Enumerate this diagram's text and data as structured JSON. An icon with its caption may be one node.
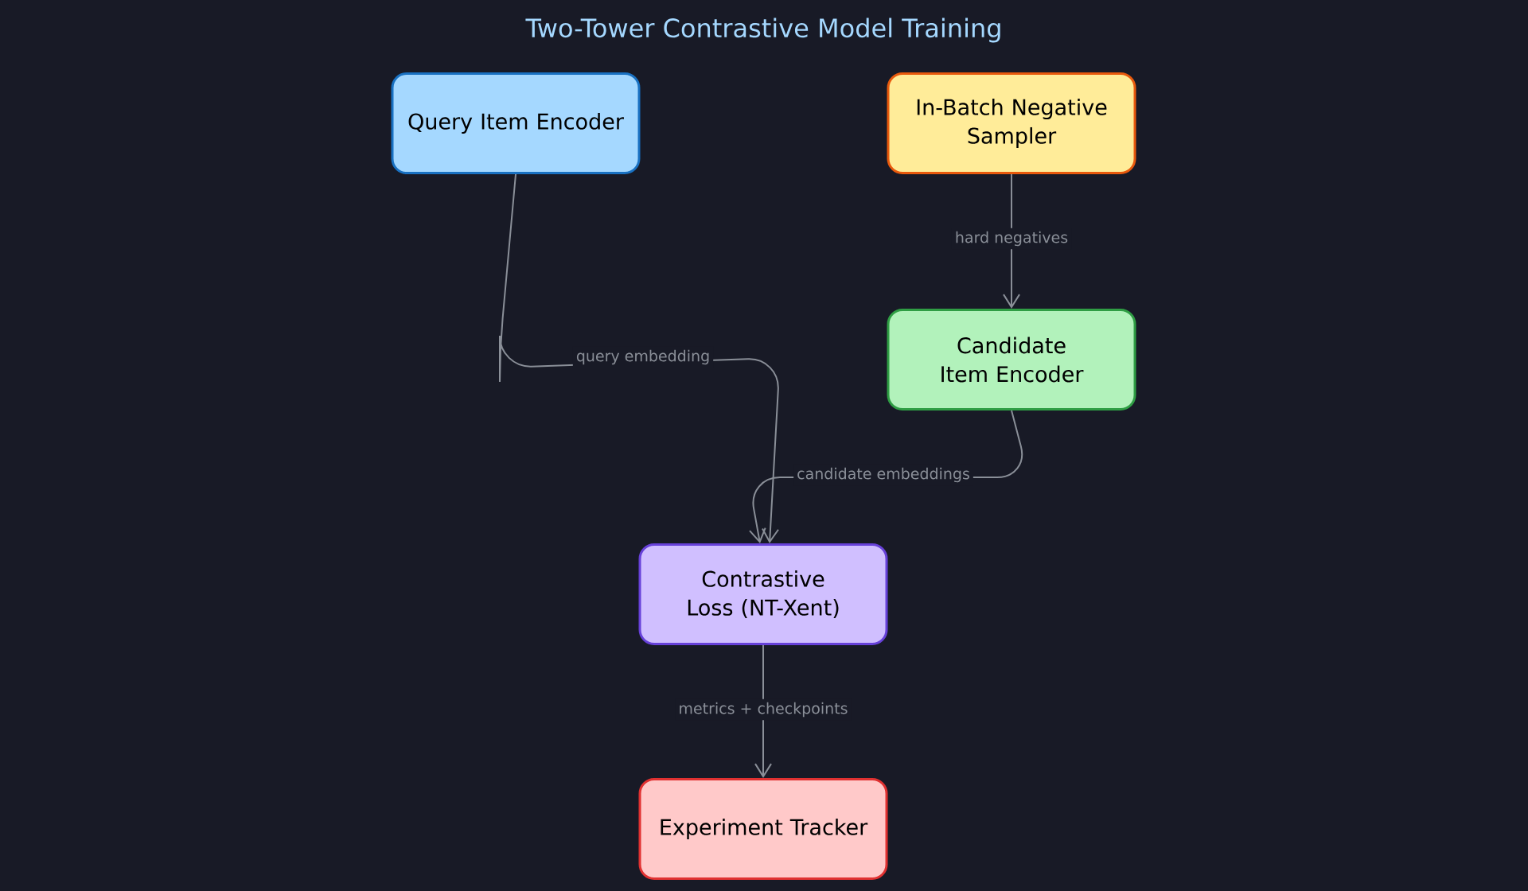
{
  "diagram": {
    "title": "Two-Tower Contrastive Model Training",
    "nodes": [
      {
        "text": [
          "Query Item Encoder"
        ]
      },
      {
        "text": [
          "In-Batch Negative Sampler"
        ]
      },
      {
        "text": [
          "Candidate Item Encoder"
        ]
      },
      {
        "text": [
          "Contrastive Loss (NT-Xent)"
        ]
      },
      {
        "text": [
          "Experiment Tracker"
        ]
      }
    ],
    "edges": [
      {
        "from": 0,
        "to": 3,
        "arrow": "to",
        "label": "query embedding"
      },
      {
        "from": 1,
        "to": 2,
        "arrow": "to",
        "label": "hard negatives"
      },
      {
        "from": 2,
        "to": 3,
        "arrow": "to",
        "label": "candidate embeddings"
      },
      {
        "from": 3,
        "to": 4,
        "arrow": "to",
        "label": "metrics + checkpoints"
      }
    ]
  }
}
